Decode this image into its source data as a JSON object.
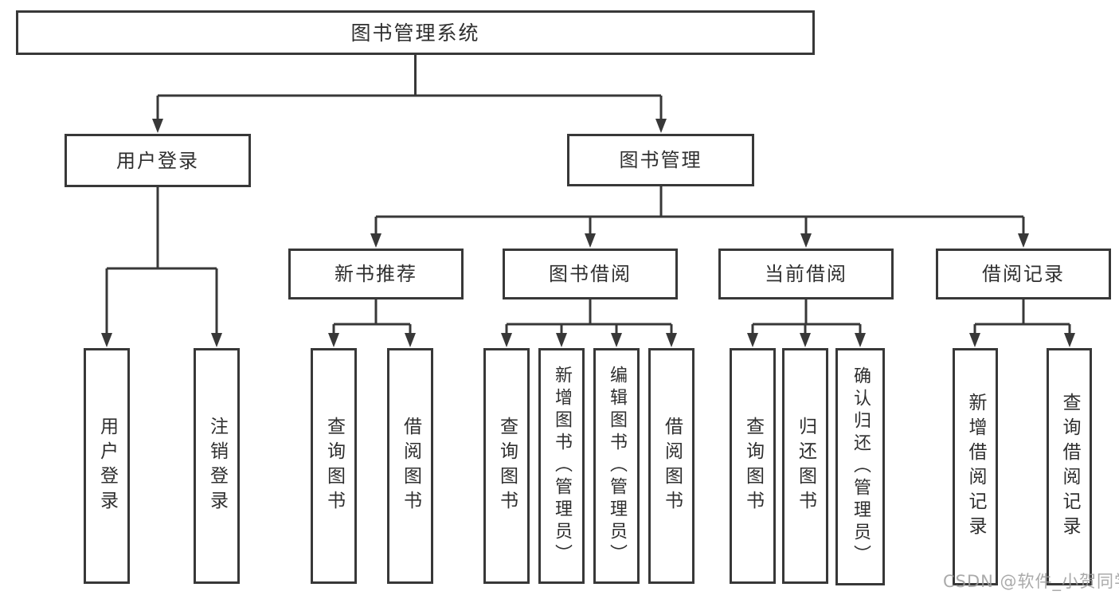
{
  "nodes": {
    "root": "图书管理系统",
    "level2": [
      "用户登录",
      "图书管理"
    ],
    "level3": [
      "新书推荐",
      "图书借阅",
      "当前借阅",
      "借阅记录"
    ],
    "user_login_leaves": [
      "用户登录",
      "注销登录"
    ],
    "recommend_leaves": [
      "查询图书",
      "借阅图书"
    ],
    "borrow_leaves": [
      "查询图书",
      "新增图书（管理员）",
      "编辑图书（管理员）",
      "借阅图书"
    ],
    "current_leaves": [
      "查询图书",
      "归还图书",
      "确认归还（管理员）"
    ],
    "record_leaves": [
      "新增借阅记录",
      "查询借阅记录"
    ]
  },
  "watermark": "CSDN @软件_小贺同学",
  "colors": {
    "line": "#383838",
    "box_border": "#383838",
    "text": "#2f2f2f",
    "background": "#ffffff",
    "watermark": "#9b9b9b"
  }
}
